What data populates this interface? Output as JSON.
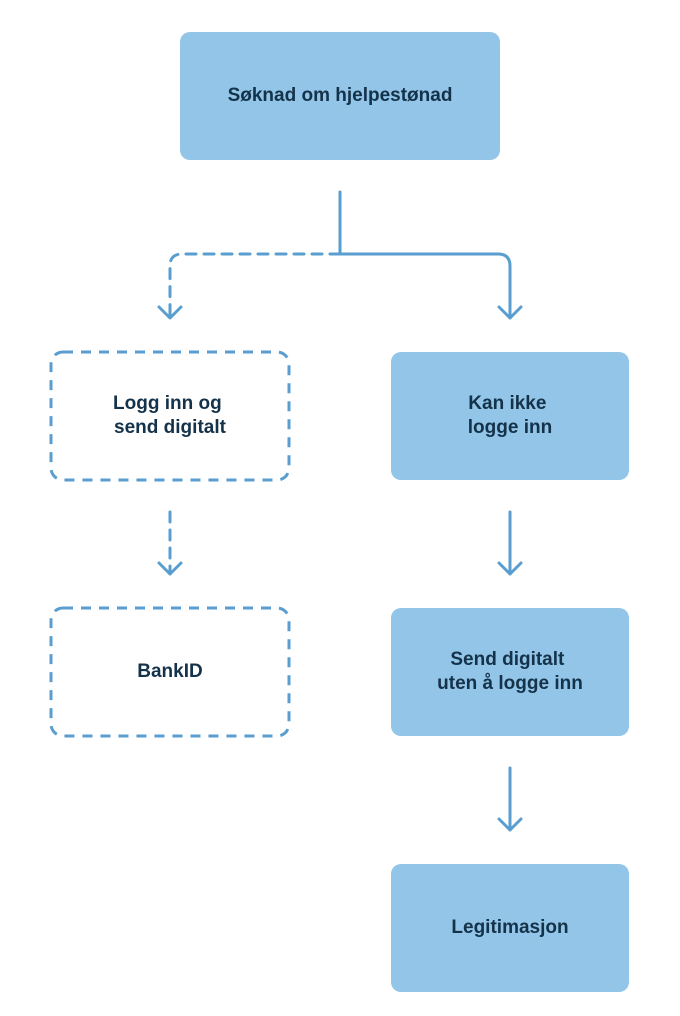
{
  "colors": {
    "box_fill": "#92c5e7",
    "line": "#5a9ed0",
    "text": "#14324a",
    "background": "#ffffff"
  },
  "nodes": {
    "root": {
      "lines": [
        "Søknad om hjelpestønad"
      ]
    },
    "login_digital": {
      "lines": [
        "Logg inn og",
        "send digitalt"
      ]
    },
    "bankid": {
      "lines": [
        "BankID"
      ]
    },
    "cannot_login": {
      "lines": [
        "Kan ikke",
        "logge inn"
      ]
    },
    "send_without_login": {
      "lines": [
        "Send digitalt",
        "uten å logge inn"
      ]
    },
    "identification": {
      "lines": [
        "Legitimasjon"
      ]
    }
  }
}
